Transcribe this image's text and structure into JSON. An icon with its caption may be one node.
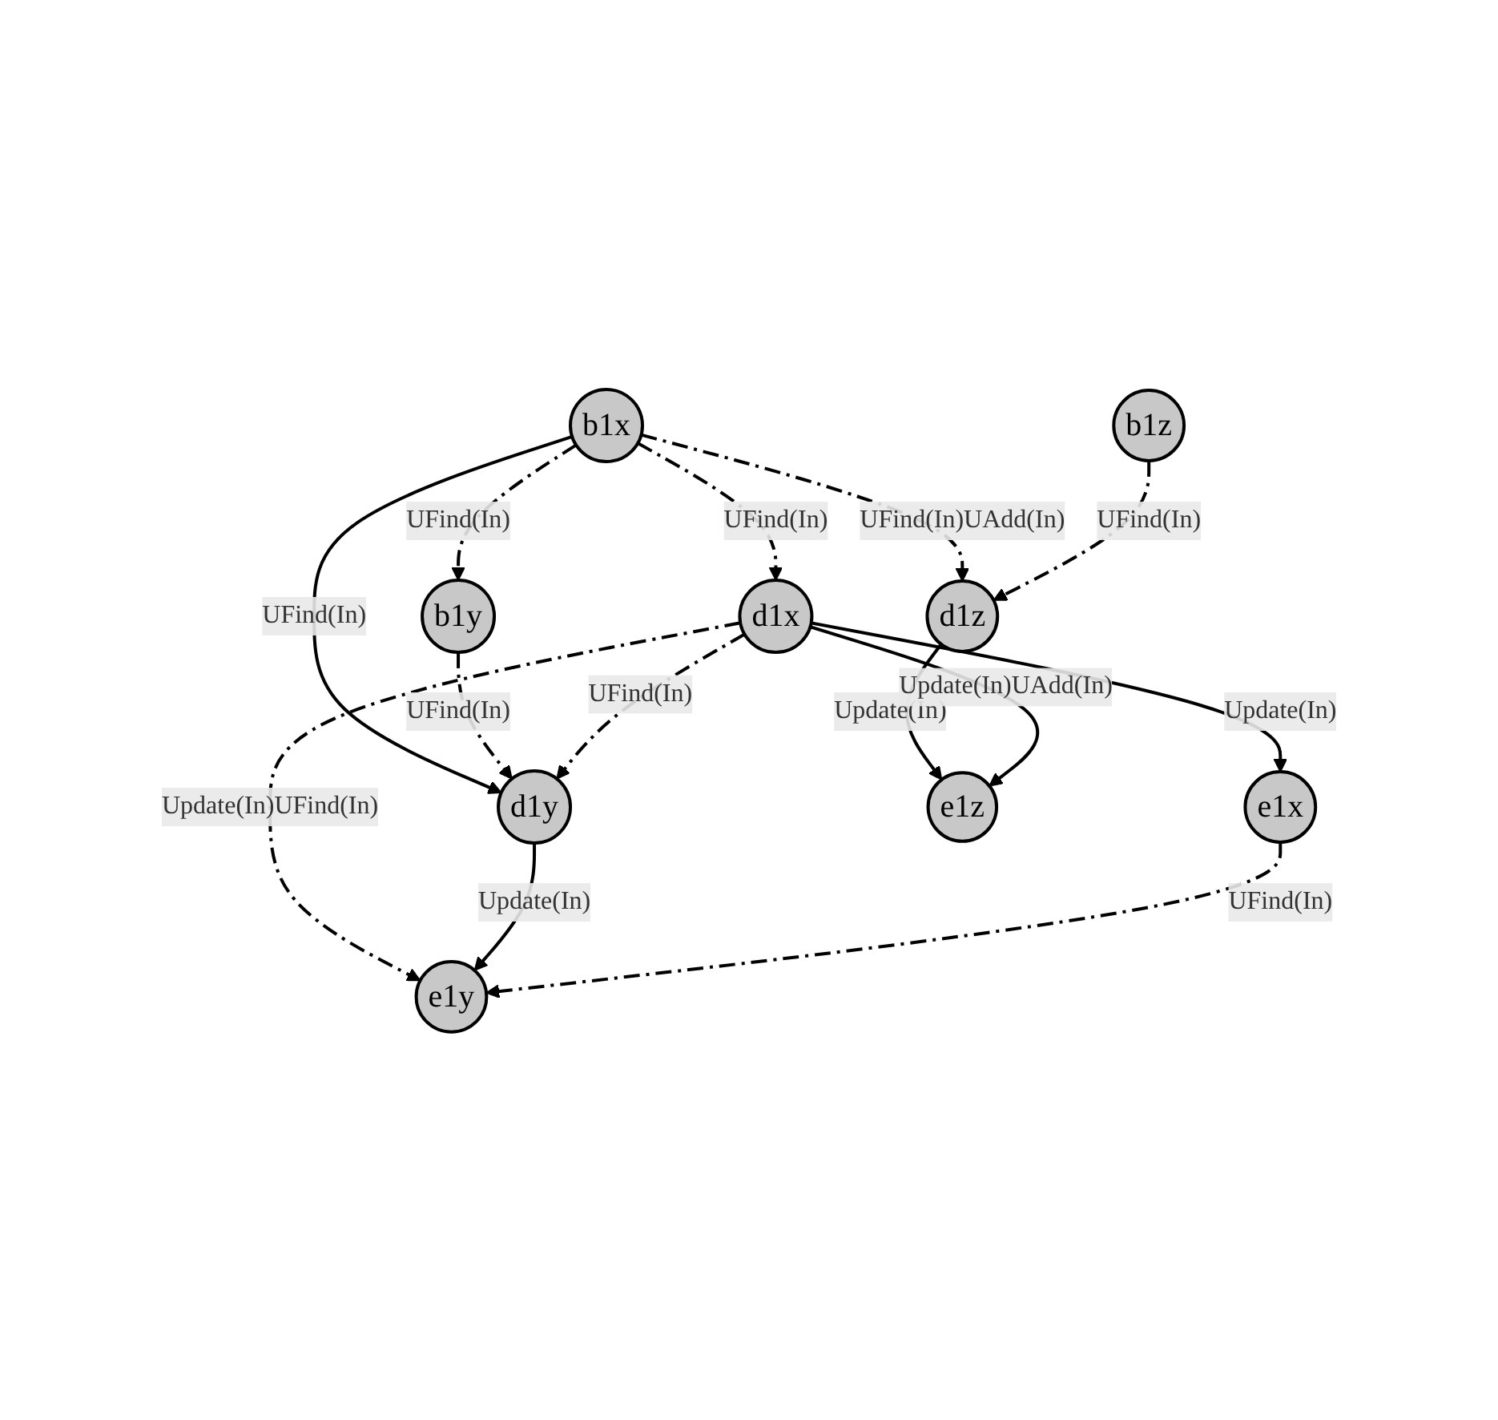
{
  "diagram": {
    "nodes": [
      {
        "text": [
          "b1x"
        ]
      },
      {
        "text": [
          "b1y"
        ]
      },
      {
        "text": [
          "b1z"
        ]
      },
      {
        "text": [
          "d1x"
        ]
      },
      {
        "text": [
          "d1y"
        ]
      },
      {
        "text": [
          "d1z"
        ]
      },
      {
        "text": [
          "e1x"
        ]
      },
      {
        "text": [
          "e1y"
        ]
      },
      {
        "text": [
          "e1z"
        ]
      }
    ],
    "edges": [
      {
        "from": 0,
        "to": 5,
        "arrow": "to",
        "label": "UFind(In)UAdd(In)",
        "style": "dashed"
      },
      {
        "from": 0,
        "to": 1,
        "arrow": "to",
        "label": "UFind(In)",
        "style": "dashed"
      },
      {
        "from": 0,
        "to": 4,
        "arrow": "to",
        "label": "UFind(In)"
      },
      {
        "from": 0,
        "to": 3,
        "arrow": "to",
        "label": "UFind(In)",
        "style": "dashed"
      },
      {
        "from": 1,
        "to": 4,
        "arrow": "to",
        "label": "UFind(In)",
        "style": "dashed"
      },
      {
        "from": 2,
        "to": 5,
        "arrow": "to",
        "label": "UFind(In)",
        "style": "dashed"
      },
      {
        "from": 3,
        "to": 4,
        "arrow": "to",
        "label": "UFind(In)",
        "style": "dashed"
      },
      {
        "from": 3,
        "to": 7,
        "arrow": "to",
        "label": "Update(In)UFind(In)",
        "style": "dashed"
      },
      {
        "from": 3,
        "to": 6,
        "arrow": "to",
        "label": "Update(In)"
      },
      {
        "from": 4,
        "to": 7,
        "arrow": "to",
        "label": "Update(In)"
      },
      {
        "from": 5,
        "to": 8,
        "arrow": "to",
        "label": "Update(In)"
      },
      {
        "from": 6,
        "to": 7,
        "arrow": "to",
        "label": "UFind(In)",
        "style": "dashed"
      },
      {
        "from": 3,
        "to": 8,
        "arrow": "to",
        "label": "Update(In)UAdd(In)"
      }
    ]
  }
}
